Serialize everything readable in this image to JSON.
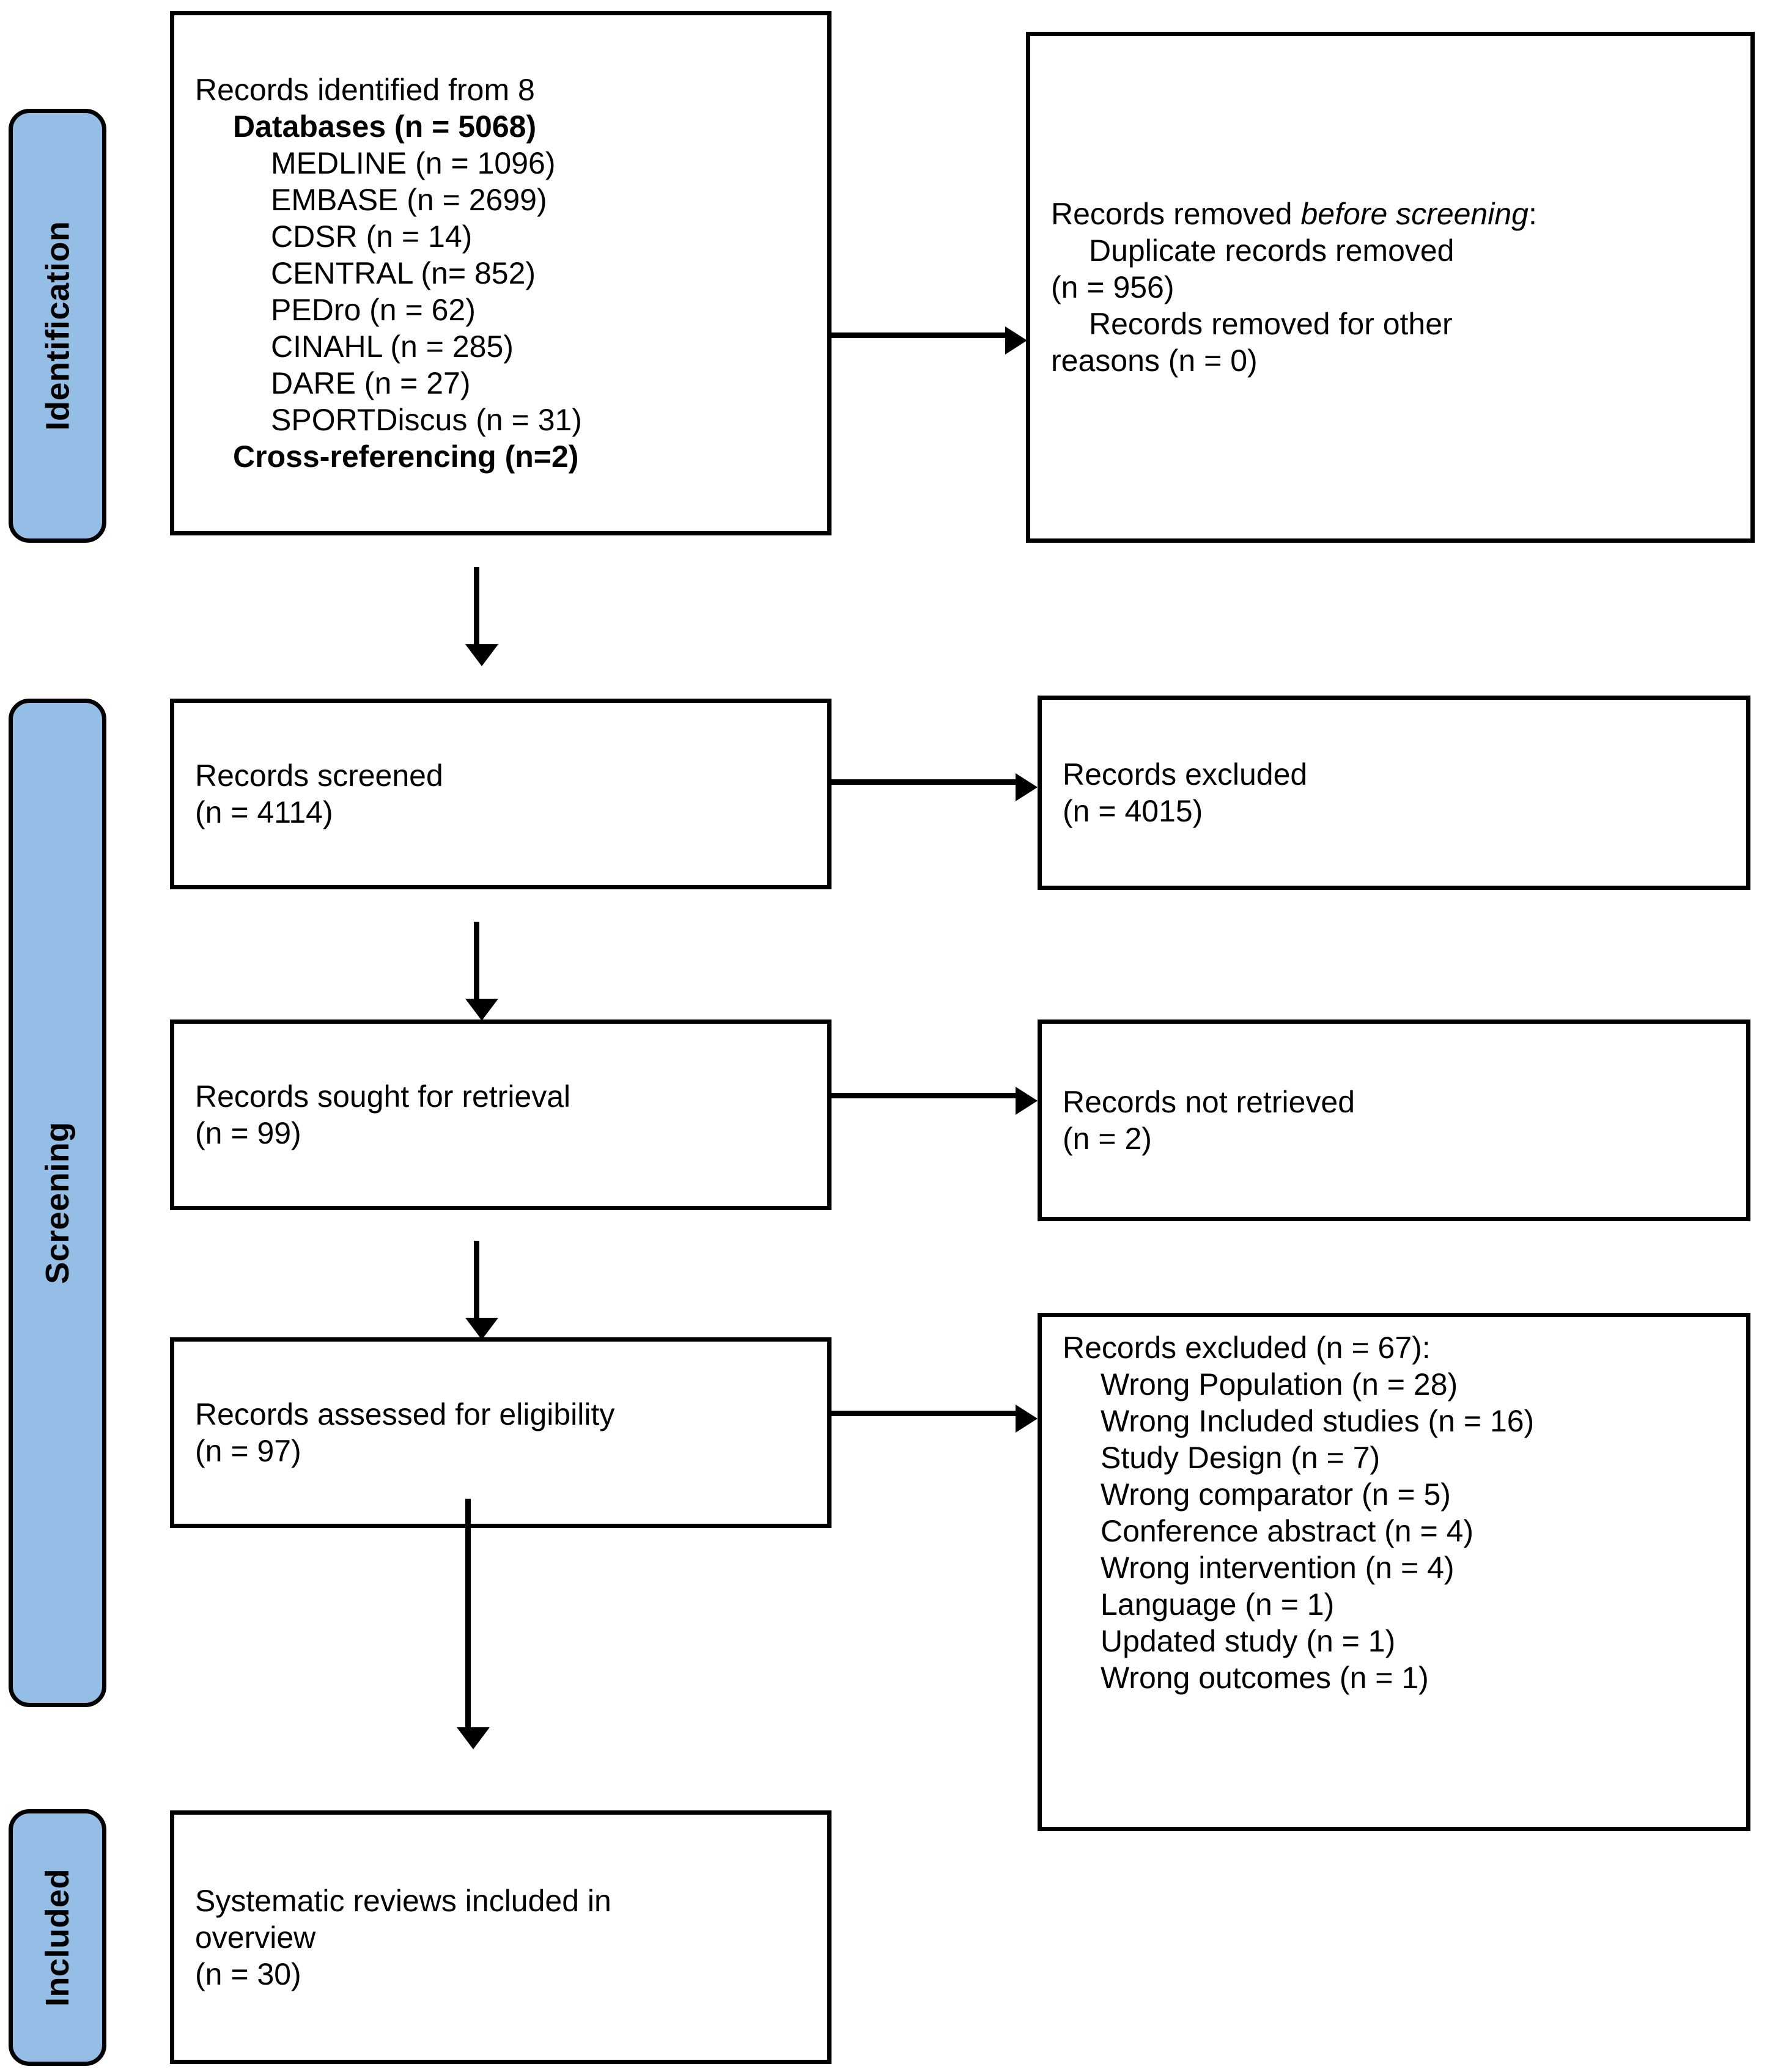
{
  "diagram": {
    "type": "PRISMA flow diagram",
    "stages": [
      {
        "id": "identification",
        "label": "Identification"
      },
      {
        "id": "screening",
        "label": "Screening"
      },
      {
        "id": "included",
        "label": "Included"
      }
    ],
    "boxes": {
      "identified": {
        "lines": [
          {
            "text": "Records identified from 8",
            "indent": 0,
            "bold": false
          },
          {
            "text": "Databases (n = 5068)",
            "indent": 1,
            "bold": true
          },
          {
            "text": "MEDLINE (n = 1096)",
            "indent": 2,
            "bold": false
          },
          {
            "text": "EMBASE (n = 2699)",
            "indent": 2,
            "bold": false
          },
          {
            "text": "CDSR (n = 14)",
            "indent": 2,
            "bold": false
          },
          {
            "text": "CENTRAL (n= 852)",
            "indent": 2,
            "bold": false
          },
          {
            "text": "PEDro (n = 62)",
            "indent": 2,
            "bold": false
          },
          {
            "text": "CINAHL (n = 285)",
            "indent": 2,
            "bold": false
          },
          {
            "text": "DARE (n = 27)",
            "indent": 2,
            "bold": false
          },
          {
            "text": "SPORTDiscus (n = 31)",
            "indent": 2,
            "bold": false
          },
          {
            "text": "Cross-referencing (n=2)",
            "indent": 1,
            "bold": true
          }
        ]
      },
      "removed_before_screening": {
        "heading_plain": "Records removed ",
        "heading_italic": "before screening",
        "heading_suffix": ":",
        "lines": [
          {
            "text": "Duplicate records removed",
            "indent": 1
          },
          {
            "text": "(n = 956)",
            "indent": 0
          },
          {
            "text": "Records removed for other",
            "indent": 1
          },
          {
            "text": "reasons (n = 0)",
            "indent": 0
          }
        ]
      },
      "records_screened": {
        "lines": [
          {
            "text": "Records screened",
            "indent": 0
          },
          {
            "text": "(n = 4114)",
            "indent": 0
          }
        ]
      },
      "records_excluded": {
        "lines": [
          {
            "text": "Records excluded",
            "indent": 0
          },
          {
            "text": "(n = 4015)",
            "indent": 0
          }
        ]
      },
      "sought_for_retrieval": {
        "lines": [
          {
            "text": "Records sought for retrieval",
            "indent": 0
          },
          {
            "text": "(n = 99)",
            "indent": 0
          }
        ]
      },
      "not_retrieved": {
        "lines": [
          {
            "text": "Records not retrieved",
            "indent": 0
          },
          {
            "text": "(n = 2)",
            "indent": 0
          }
        ]
      },
      "assessed_for_eligibility": {
        "lines": [
          {
            "text": "Records assessed for eligibility",
            "indent": 0
          },
          {
            "text": "(n = 97)",
            "indent": 0
          }
        ]
      },
      "excluded_with_reasons": {
        "lines": [
          {
            "text": "Records excluded (n = 67):",
            "indent": 0
          },
          {
            "text": "Wrong Population (n = 28)",
            "indent": 1
          },
          {
            "text": "Wrong Included studies (n = 16)",
            "indent": 1
          },
          {
            "text": "Study Design (n = 7)",
            "indent": 1
          },
          {
            "text": "Wrong comparator (n = 5)",
            "indent": 1
          },
          {
            "text": "Conference abstract (n = 4)",
            "indent": 1
          },
          {
            "text": "Wrong intervention (n = 4)",
            "indent": 1
          },
          {
            "text": "Language (n = 1)",
            "indent": 1
          },
          {
            "text": "Updated study (n = 1)",
            "indent": 1
          },
          {
            "text": "Wrong outcomes (n = 1)",
            "indent": 1
          }
        ]
      },
      "included_in_overview": {
        "lines": [
          {
            "text": "Systematic reviews included in",
            "indent": 0
          },
          {
            "text": "overview",
            "indent": 0
          },
          {
            "text": "(n = 30)",
            "indent": 0
          }
        ]
      }
    },
    "colors": {
      "stage_fill": "#94BEE5",
      "stroke": "#000000",
      "box_fill": "#FFFFFF"
    }
  }
}
